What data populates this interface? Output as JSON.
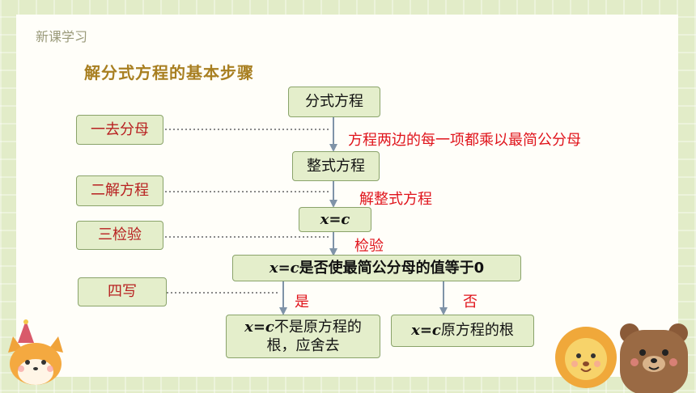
{
  "header": {
    "section_label": "新课学习"
  },
  "title": "解分式方程的基本步骤",
  "flow": {
    "start": "分式方程",
    "integral": "整式方程",
    "solution_var": "x",
    "solution_eq": "=",
    "solution_val": "c",
    "check_suffix": "是否使最简公分母的值等于0",
    "reject_suffix_line1": "不是原方程的",
    "reject_line2": "根，应舍去",
    "accept_suffix": "原方程的根"
  },
  "steps": [
    {
      "label": "一去分母"
    },
    {
      "label": "二解方程"
    },
    {
      "label": "三检验"
    },
    {
      "label": "四写"
    }
  ],
  "notes": {
    "step1": "方程两边的每一项都乘以最简公分母",
    "step2": "解整式方程",
    "step3": "检验",
    "yes": "是",
    "no": "否"
  },
  "colors": {
    "box_fill": "#e4eecb",
    "box_border": "#8aa36a",
    "title": "#a87f21",
    "step_text": "#b82020",
    "note_text": "#e0141c",
    "arrow": "#7f93a8"
  },
  "decorations": [
    "fox-illustration",
    "lion-illustration",
    "bear-illustration"
  ]
}
